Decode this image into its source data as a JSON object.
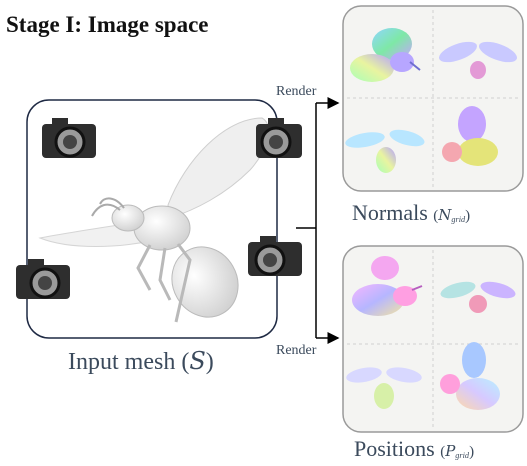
{
  "title": "Stage I: Image space",
  "arrows": {
    "render_top": "Render",
    "render_bottom": "Render"
  },
  "input_mesh": {
    "label": "Input mesh",
    "symbol": "S"
  },
  "normals_panel": {
    "label": "Normals",
    "symbol_main": "N",
    "symbol_sub": "grid"
  },
  "positions_panel": {
    "label": "Positions",
    "symbol_main": "P",
    "symbol_sub": "grid"
  },
  "colors": {
    "mesh_box_border": "#1f2a44",
    "panel_border": "#9a9a9a",
    "panel_bg": "#f4f4f2",
    "label_color": "#3b4a5c",
    "arrow": "#000000"
  }
}
